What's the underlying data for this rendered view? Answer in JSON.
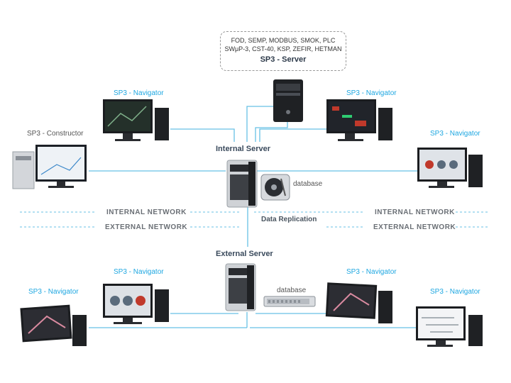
{
  "top_server": {
    "protocols_line1": "FOD, SEMP, MODBUS, SMOK, PLC",
    "protocols_line2": "SWμP-3, CST-40, KSP, ZEFIR, HETMAN",
    "title": "SP3 - Server"
  },
  "internal_server": {
    "title": "Internal Server",
    "database_label": "database"
  },
  "external_server": {
    "title": "External Server",
    "database_label": "database"
  },
  "constructor_label": "SP3 - Constructor",
  "navigator_labels": {
    "top_left": "SP3 - Navigator",
    "top_right": "SP3 - Navigator",
    "mid_right": "SP3 - Navigator",
    "bottom_left_far": "SP3 - Navigator",
    "bottom_left": "SP3 - Navigator",
    "bottom_right": "SP3 - Navigator",
    "bottom_right_far": "SP3 - Navigator"
  },
  "network": {
    "internal_left": "INTERNAL NETWORK",
    "external_left": "EXTERNAL NETWORK",
    "internal_right": "INTERNAL NETWORK",
    "external_right": "EXTERNAL NETWORK",
    "replication": "Data Replication"
  },
  "colors": {
    "link": "#67c1e5",
    "accent": "#1ea7e1"
  }
}
